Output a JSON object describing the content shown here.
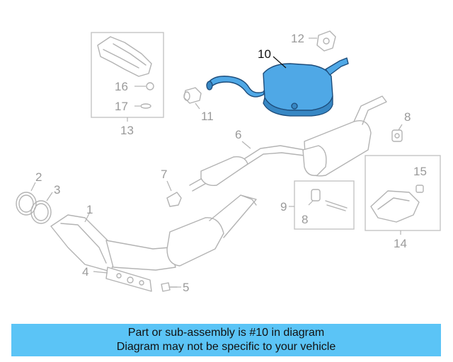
{
  "callouts": {
    "c1": "1",
    "c2": "2",
    "c3": "3",
    "c4": "4",
    "c5": "5",
    "c6": "6",
    "c7": "7",
    "c8a": "8",
    "c8b": "8",
    "c9": "9",
    "c10": "10",
    "c11": "11",
    "c12": "12",
    "c13": "13",
    "c14": "14",
    "c15": "15",
    "c16": "16",
    "c17": "17"
  },
  "highlighted_part": "10",
  "colors": {
    "highlight": "#4fa8e6",
    "banner": "#5bc4f6",
    "lines": "#b3b3b3"
  },
  "banner": {
    "line1": "Part or sub-assembly is #10 in diagram",
    "line2": "Diagram may not be specific to your vehicle"
  }
}
